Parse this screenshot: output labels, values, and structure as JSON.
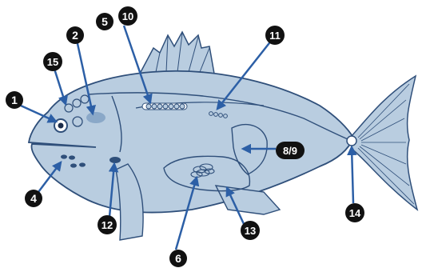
{
  "diagram": {
    "colors": {
      "body_fill": "#b9cde0",
      "body_stroke": "#2f4f7a",
      "organ_fill": "#8aa8c8",
      "arrow": "#2c5fa6",
      "label_bg": "#111111",
      "label_text": "#ffffff"
    },
    "labels": [
      {
        "id": "1",
        "text": "1"
      },
      {
        "id": "2",
        "text": "2"
      },
      {
        "id": "4",
        "text": "4"
      },
      {
        "id": "5",
        "text": "5"
      },
      {
        "id": "6",
        "text": "6"
      },
      {
        "id": "8-9",
        "text": "8/9"
      },
      {
        "id": "10",
        "text": "10"
      },
      {
        "id": "11",
        "text": "11"
      },
      {
        "id": "12",
        "text": "12"
      },
      {
        "id": "13",
        "text": "13"
      },
      {
        "id": "14",
        "text": "14"
      },
      {
        "id": "15",
        "text": "15"
      }
    ]
  }
}
